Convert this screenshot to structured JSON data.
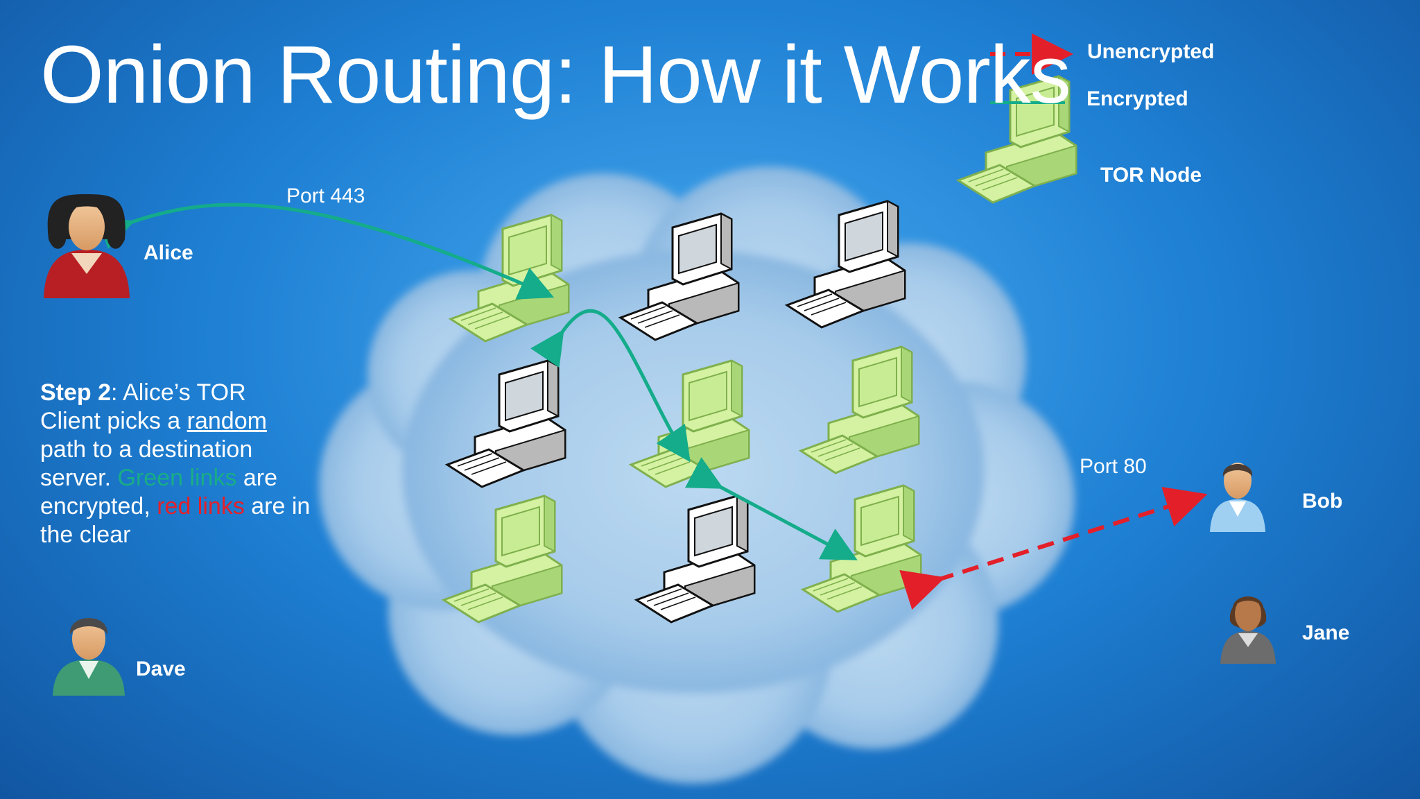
{
  "title": "Onion Routing: How it Works",
  "legend": {
    "unencrypted": "Unencrypted",
    "encrypted": "Encrypted",
    "tor_node": "TOR Node"
  },
  "people": {
    "alice": "Alice",
    "bob": "Bob",
    "jane": "Jane",
    "dave": "Dave"
  },
  "ports": {
    "entry": "Port 443",
    "exit": "Port 80"
  },
  "step": {
    "prefix": "Step 2",
    "part1": ": Alice’s TOR Client picks a ",
    "random": "random",
    "part2": " path to a destination server. ",
    "green_links": "Green links",
    "part3": " are encrypted, ",
    "red_links": "red links",
    "part4": " are in the clear"
  },
  "colors": {
    "encrypted": "#14ac8a",
    "unencrypted": "#e3202a",
    "tor_node": "#d4f2a2"
  }
}
